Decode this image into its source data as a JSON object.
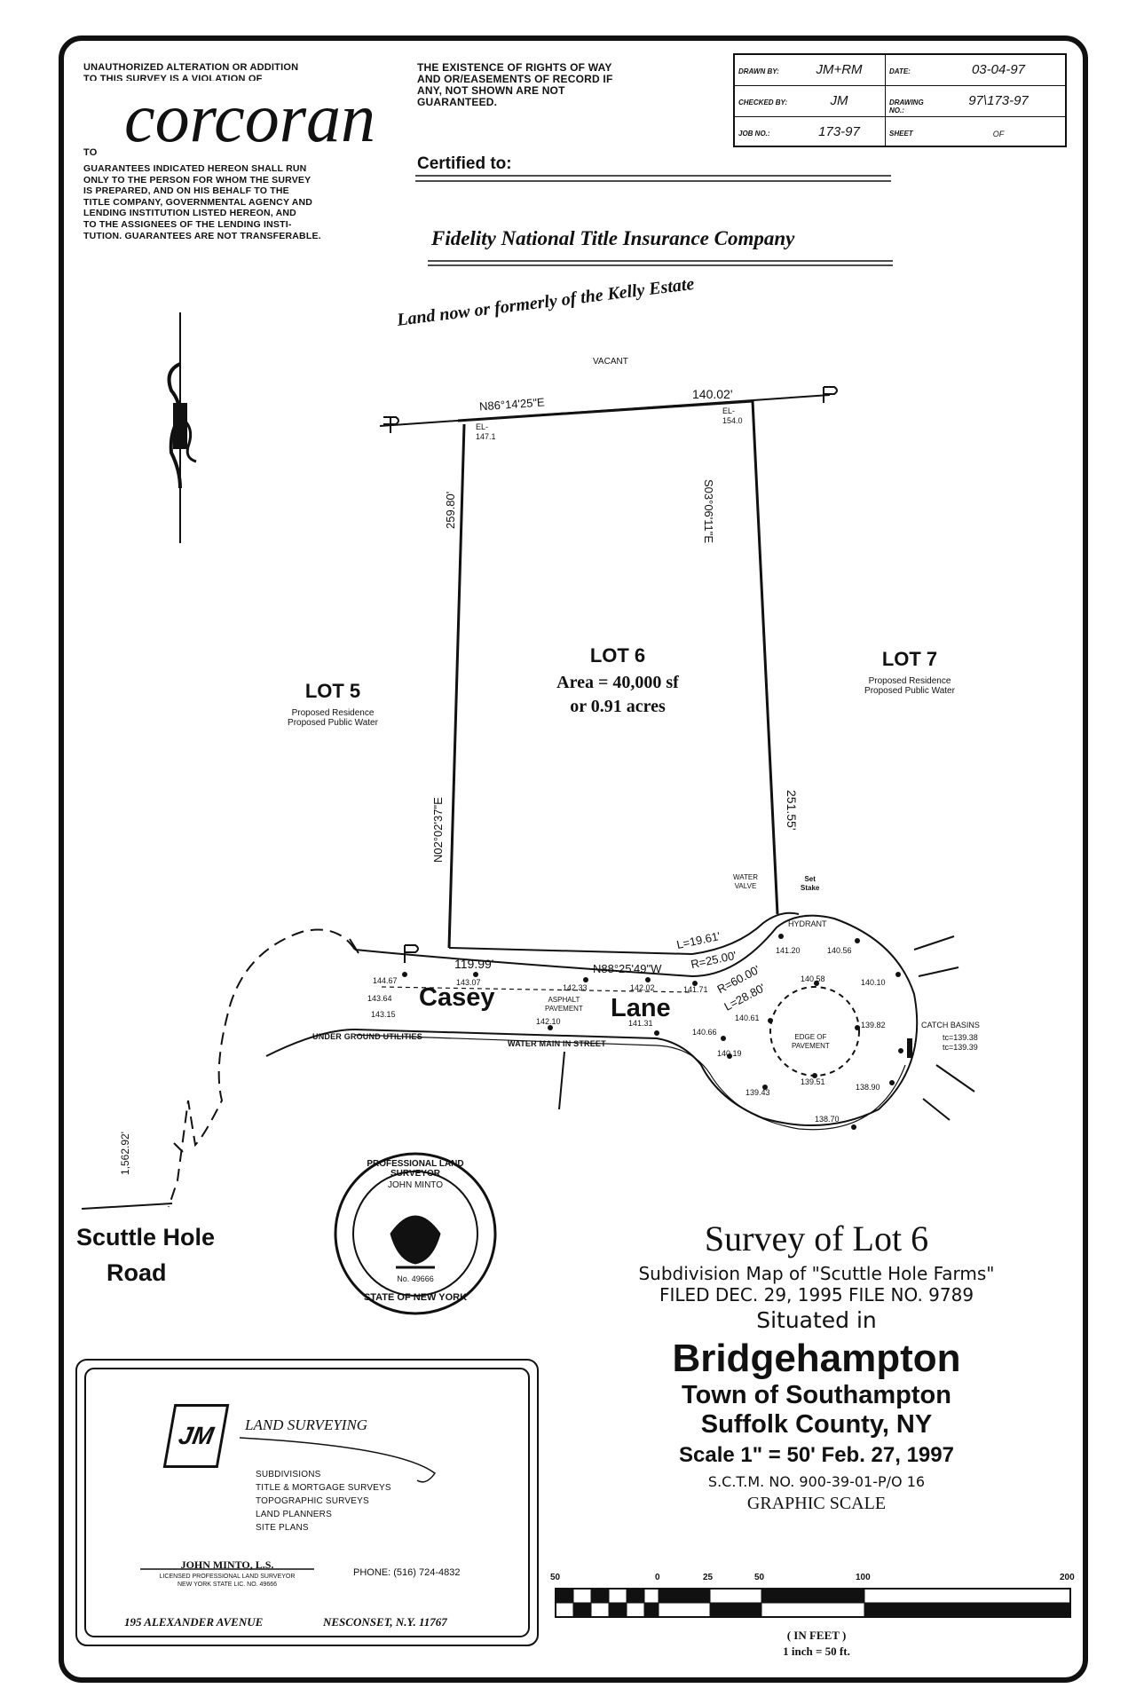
{
  "logo_text": "corcoran",
  "notice": {
    "line1": "UNAUTHORIZED ALTERATION OR ADDITION",
    "line2": "TO THIS SURVEY IS A VIOLATION OF",
    "to": "TO",
    "guarantees": [
      "GUARANTEES INDICATED HEREON SHALL RUN",
      "ONLY TO THE PERSON FOR WHOM THE SURVEY",
      "IS PREPARED, AND ON HIS BEHALF TO THE",
      "TITLE COMPANY, GOVERNMENTAL AGENCY AND",
      "LENDING INSTITUTION LISTED HEREON, AND",
      "TO THE ASSIGNEES OF THE LENDING INSTI-",
      "TUTION. GUARANTEES ARE NOT TRANSFERABLE."
    ]
  },
  "easement_note": [
    "THE EXISTENCE OF RIGHTS OF WAY",
    "AND OR/EASEMENTS OF RECORD IF",
    "ANY, NOT SHOWN ARE NOT",
    "GUARANTEED."
  ],
  "title_block": {
    "drawn_by_label": "DRAWN BY:",
    "drawn_by": "JM+RM",
    "date_label": "DATE:",
    "date": "03-04-97",
    "checked_by_label": "CHECKED BY:",
    "checked_by": "JM",
    "drawing_no_label": "DRAWING NO.:",
    "drawing_no": "97\\173-97",
    "job_no_label": "JOB NO.:",
    "job_no": "173-97",
    "sheet_label": "SHEET",
    "sheet": "OF"
  },
  "certified_label": "Certified to:",
  "certified_to": "Fidelity National Title Insurance Company",
  "adjoiner_north": "Land now or formerly of the Kelly Estate",
  "vacant": "VACANT",
  "bearings": {
    "north": "N86°14'25\"E",
    "north_dist": "140.02'",
    "east": "S03°06'11\"E",
    "east_dist": "251.55'",
    "west": "N02°02'37\"E",
    "west_dist": "259.80'",
    "south": "N88°25'49\"W",
    "south_dist": "119.99'",
    "el_nw": "EL-",
    "el_nw_val": "147.1",
    "el_ne": "EL-",
    "el_ne_val": "154.0",
    "curve_l1": "L=19.61'",
    "curve_r1": "R=25.00'",
    "curve_r2": "R=60.00'",
    "curve_l2": "L=28.80'",
    "road_dist": "1,562.92'"
  },
  "lot6": {
    "label": "LOT 6",
    "area": "Area = 40,000 sf",
    "acres": "or 0.91 acres"
  },
  "lot5": {
    "label": "LOT 5",
    "l1": "Proposed Residence",
    "l2": "Proposed Public Water"
  },
  "lot7": {
    "label": "LOT 7",
    "l1": "Proposed Residence",
    "l2": "Proposed Public Water"
  },
  "street": {
    "name1": "Casey",
    "name2": "Lane",
    "pavement1": "ASPHALT",
    "pavement2": "PAVEMENT",
    "utilities": "UNDER GROUND UTILITIES",
    "water_main": "WATER MAIN IN STREET",
    "water_valve1": "WATER",
    "water_valve2": "VALVE",
    "stake1": "Set",
    "stake2": "Stake",
    "hydrant": "HYDRANT",
    "edge1": "EDGE OF",
    "edge2": "PAVEMENT",
    "catch_basins": "CATCH BASINS",
    "tc1": "tc=139.38",
    "tc2": "tc=139.39"
  },
  "elevations": [
    "144.67",
    "143.64",
    "143.15",
    "143.07",
    "142.33",
    "142.10",
    "142.02",
    "141.71",
    "141.31",
    "141.20",
    "140.56",
    "140.58",
    "140.10",
    "140.61",
    "140.66",
    "139.82",
    "140.19",
    "139.51",
    "139.43",
    "138.90",
    "138.70"
  ],
  "scuttle": {
    "l1": "Scuttle Hole",
    "l2": "Road"
  },
  "seal": {
    "outer_top": "PROFESSIONAL LAND SURVEYOR",
    "name": "JOHN MINTO",
    "no": "No. 49666",
    "state": "STATE OF NEW YORK"
  },
  "survey": {
    "title": "Survey of Lot 6",
    "sub1": "Subdivision Map of \"Scuttle Hole Farms\"",
    "sub2": "FILED DEC. 29, 1995   FILE NO. 9789",
    "situated": "Situated in",
    "place": "Bridgehampton",
    "town": "Town of Southampton",
    "county": "Suffolk County, NY",
    "scale": "Scale 1\" = 50'   Feb. 27, 1997",
    "sctm": "S.C.T.M. NO. 900-39-01-P/O 16",
    "graphic": "GRAPHIC SCALE",
    "ticks": [
      "50",
      "0",
      "25",
      "50",
      "100",
      "200"
    ],
    "in_feet": "( IN FEET )",
    "inch": "1 inch = 50 ft."
  },
  "company": {
    "logo": "JM",
    "name": "LAND SURVEYING",
    "services": [
      "SUBDIVISIONS",
      "TITLE & MORTGAGE SURVEYS",
      "TOPOGRAPHIC SURVEYS",
      "LAND PLANNERS",
      "SITE PLANS"
    ],
    "person": "JOHN MINTO, L.S.",
    "license1": "LICENSED PROFESSIONAL LAND SURVEYOR",
    "license2": "NEW YORK STATE LIC. NO. 49666",
    "phone": "PHONE: (516) 724-4832",
    "address": "195 ALEXANDER AVENUE",
    "city": "NESCONSET, N.Y. 11767"
  }
}
